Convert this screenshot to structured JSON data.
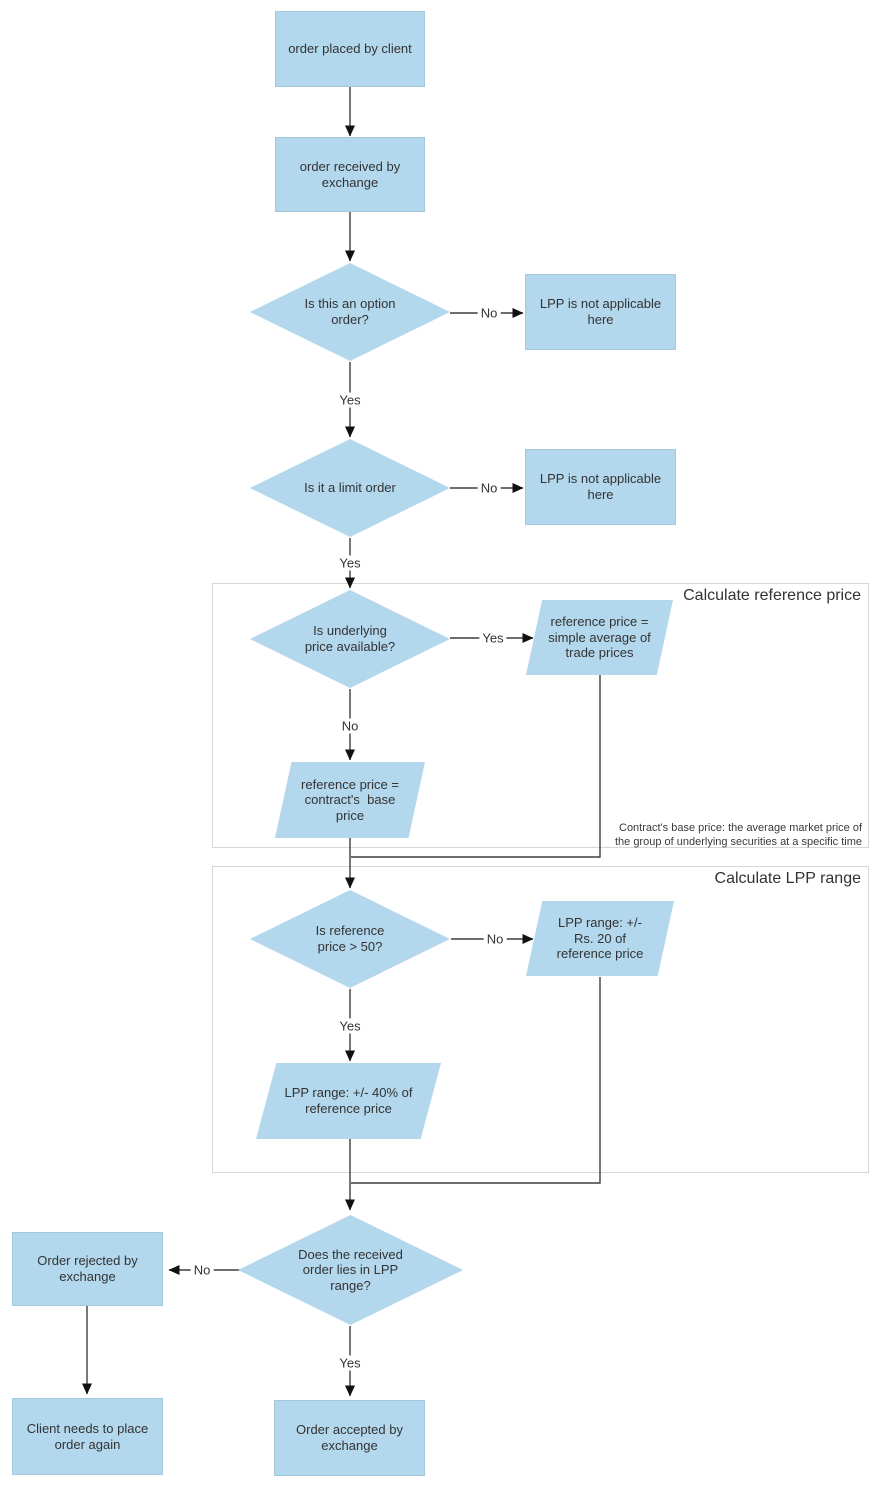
{
  "colors": {
    "shape_fill": "#b3d7ec",
    "shape_border": "#a6c8dd",
    "connector": "#3f3f3f",
    "container_border": "#d7d7d7",
    "text": "#333333"
  },
  "labels": {
    "yes": "Yes",
    "no": "No"
  },
  "containers": {
    "reference_price": {
      "title": "Calculate reference price"
    },
    "lpp_range": {
      "title": "Calculate LPP range"
    }
  },
  "notes": {
    "base_price": "Contract's base price: the average market price of\nthe group of underlying securities at a specific time"
  },
  "nodes": {
    "order_placed": {
      "type": "process",
      "label": "order placed by client"
    },
    "order_received": {
      "type": "process",
      "label": "order received by\nexchange"
    },
    "is_option_order": {
      "type": "decision",
      "label": "Is this an option\norder?"
    },
    "lpp_not_applicable_1": {
      "type": "process",
      "label": "LPP is not applicable\nhere"
    },
    "is_limit_order": {
      "type": "decision",
      "label": "Is it a limit order"
    },
    "lpp_not_applicable_2": {
      "type": "process",
      "label": "LPP is not applicable\nhere"
    },
    "is_underlying_available": {
      "type": "decision",
      "label": "Is underlying\nprice available?"
    },
    "ref_price_avg": {
      "type": "data",
      "label": "reference price =\nsimple average of\ntrade prices"
    },
    "ref_price_base": {
      "type": "data",
      "label": "reference price =\ncontract's  base\nprice"
    },
    "is_ref_gt_50": {
      "type": "decision",
      "label": "Is reference\nprice > 50?"
    },
    "lpp_range_rs20": {
      "type": "data",
      "label": "LPP range: +/-\nRs. 20 of\nreference price"
    },
    "lpp_range_40pct": {
      "type": "data",
      "label": "LPP range: +/- 40% of\nreference price"
    },
    "order_in_lpp_range": {
      "type": "decision",
      "label": "Does the received\norder lies in LPP\nrange?"
    },
    "order_rejected": {
      "type": "process",
      "label": "Order rejected by\nexchange"
    },
    "place_order_again": {
      "type": "process",
      "label": "Client needs to place\norder again"
    },
    "order_accepted": {
      "type": "process",
      "label": "Order accepted by\nexchange"
    }
  }
}
